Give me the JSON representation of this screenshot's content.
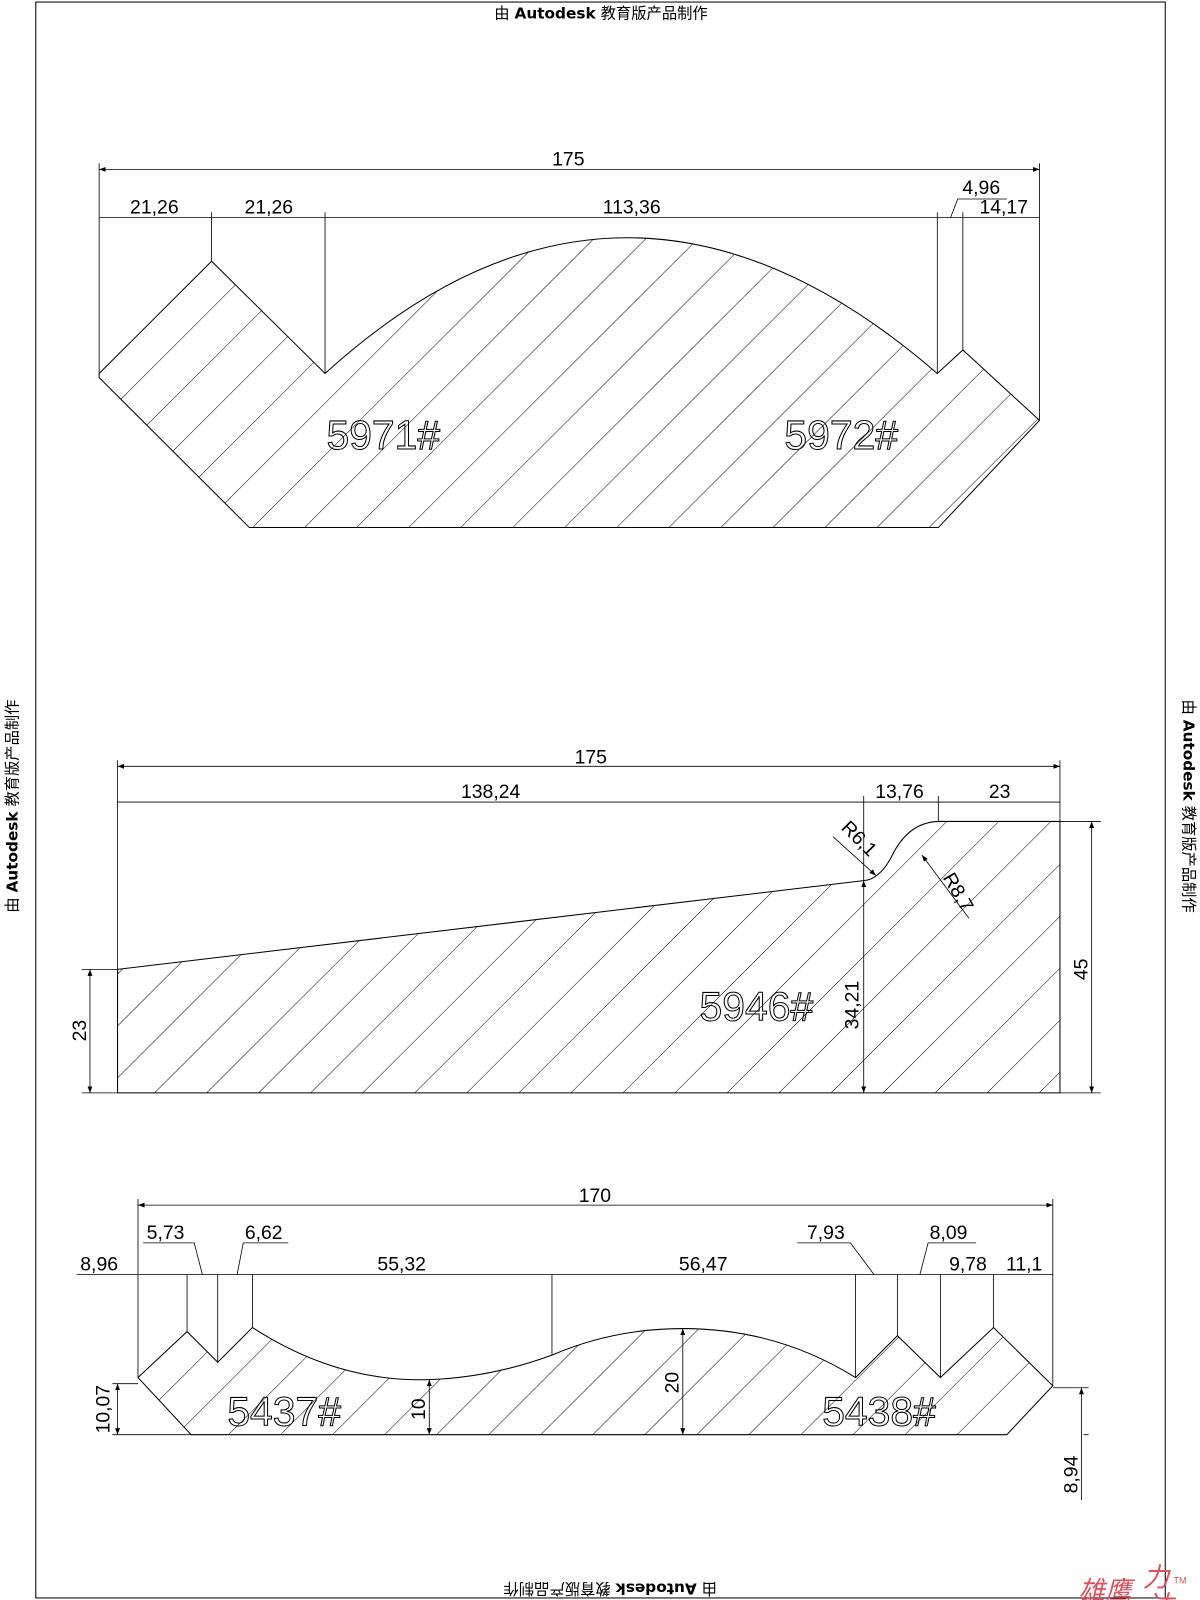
{
  "watermark": {
    "prefix": "由",
    "brand": "Autodesk",
    "suffix": "教育版产品制作"
  },
  "part1": {
    "total": "175",
    "dims": [
      "21,26",
      "21,26",
      "113,36",
      "4,96",
      "14,17"
    ],
    "labels": [
      "5971#",
      "5972#"
    ]
  },
  "part2": {
    "total": "175",
    "dims": [
      "138,24",
      "13,76",
      "23"
    ],
    "radii": [
      "R6,1",
      "R8,7"
    ],
    "heights": [
      "23",
      "34,21",
      "45"
    ],
    "label": "5946#"
  },
  "part3": {
    "total": "170",
    "dims": [
      "8,96",
      "5,73",
      "6,62",
      "55,32",
      "56,47",
      "7,93",
      "8,09",
      "9,78",
      "11,1"
    ],
    "heights": [
      "10,07",
      "10",
      "20",
      "8,94"
    ],
    "labels": [
      "5437#",
      "5438#"
    ]
  },
  "logo": {
    "text1": "雄鹰",
    "text2": "力",
    "text3": "达",
    "tm": "TM",
    "color": "#e0505a"
  }
}
